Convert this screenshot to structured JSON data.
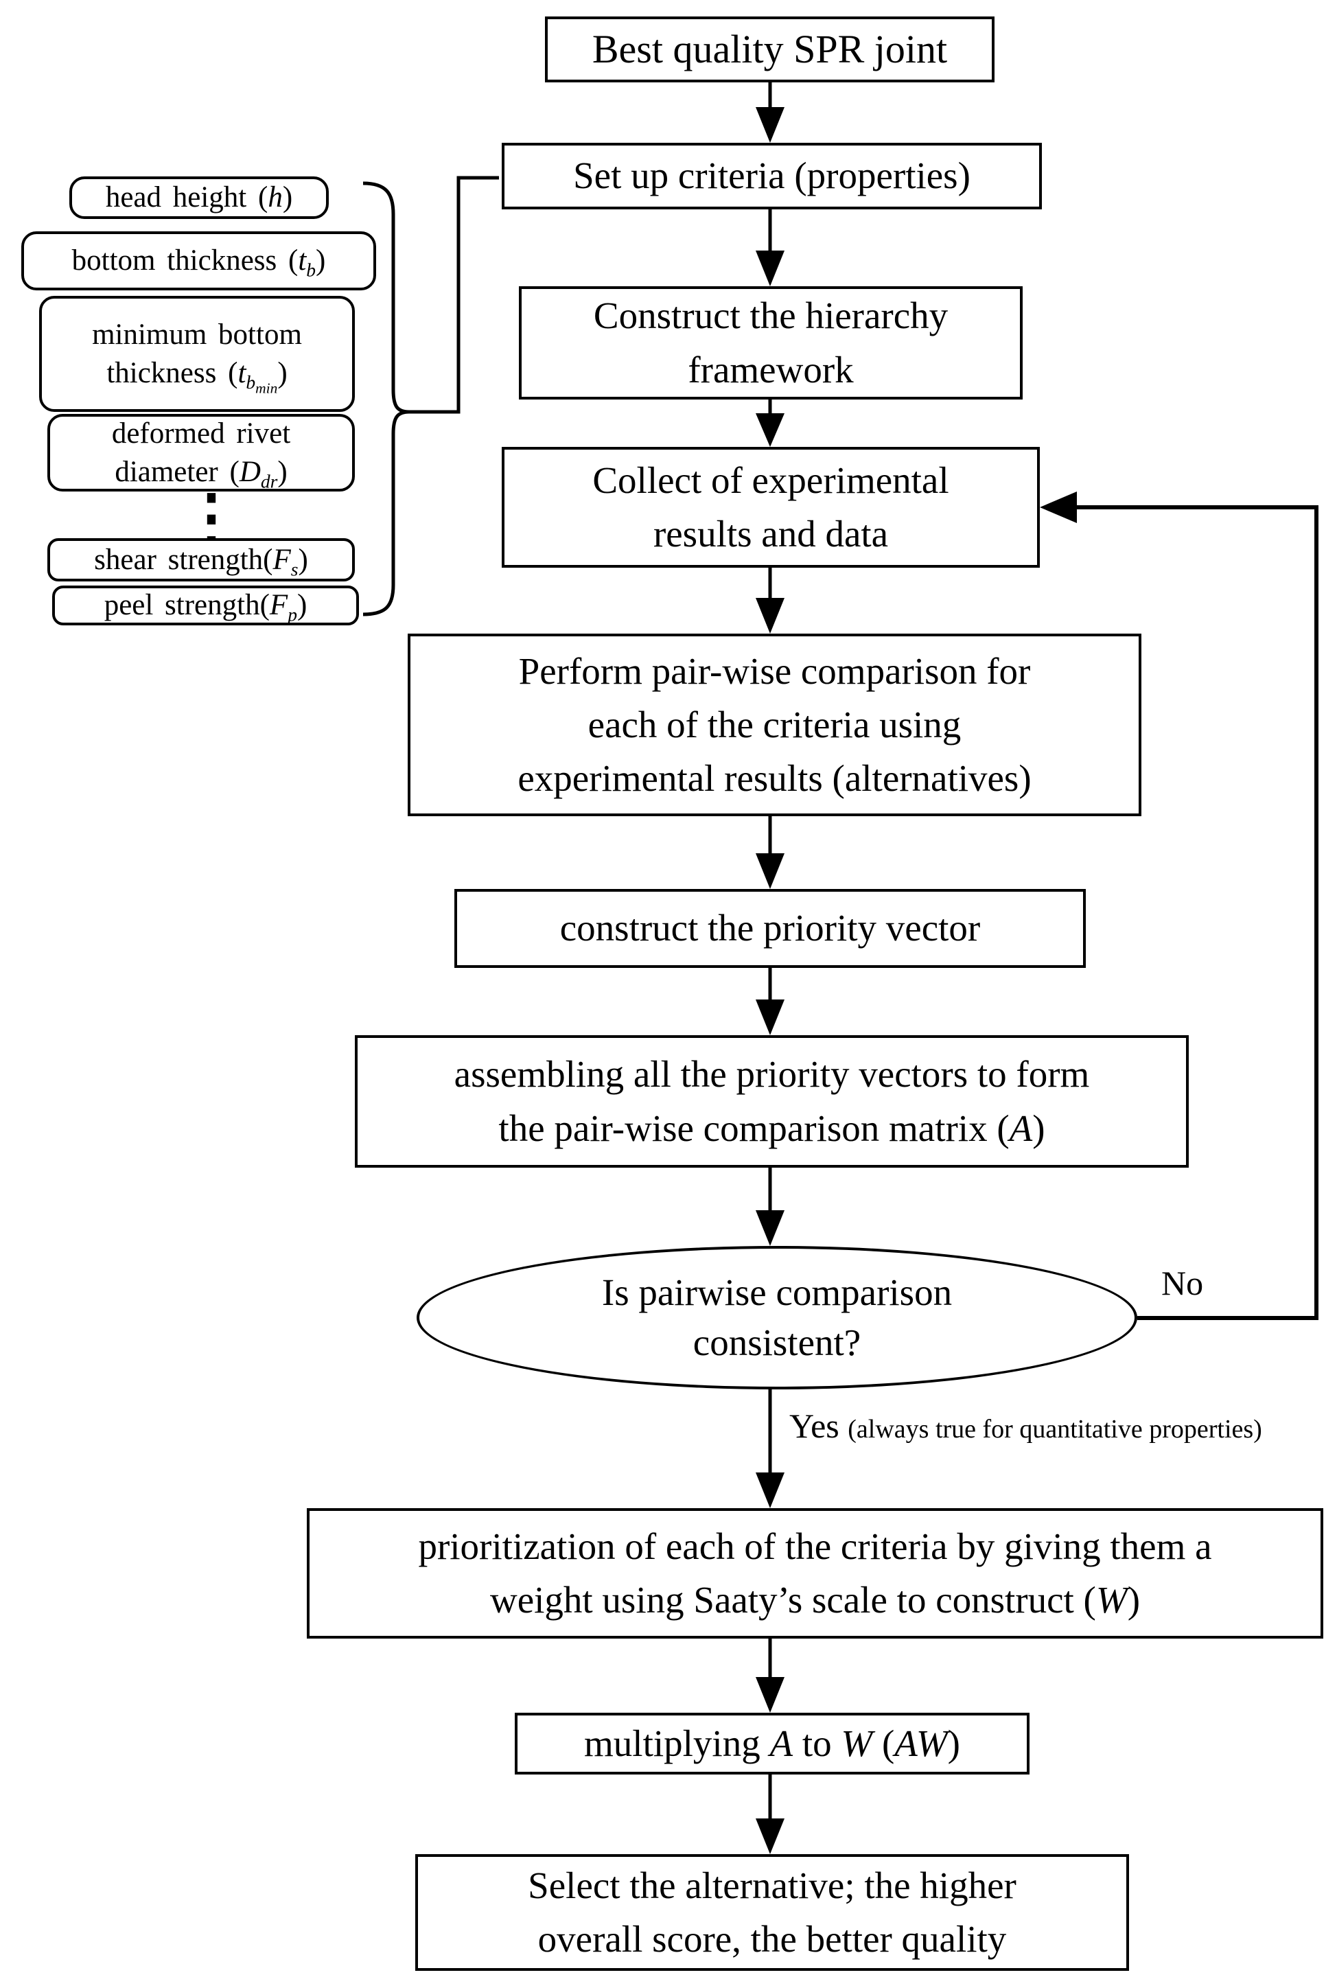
{
  "flow": {
    "goal": "Best quality SPR joint",
    "setup": "Set up criteria (properties)",
    "construct_lines": [
      "Construct the hierarchy",
      "framework"
    ],
    "collect_lines": [
      "Collect of experimental",
      "results and data"
    ],
    "perform_lines": [
      "Perform pair-wise comparison for",
      "each of the criteria using",
      "experimental results (alternatives)"
    ],
    "priority_vector": "construct the priority vector",
    "assemble": {
      "line1": "assembling all the priority vectors to form",
      "line2_pre": "the pair-wise comparison matrix (",
      "line2_var": "A",
      "line2_post": ")"
    },
    "decision_lines": [
      "Is pairwise comparison",
      "consistent?"
    ],
    "prioritize": {
      "line1": "prioritization of each of the criteria by giving them a",
      "line2_pre": "weight using Saaty’s scale to construct (",
      "line2_var": "W",
      "line2_post": ")"
    },
    "multiply": {
      "t1": "multiplying ",
      "v1": "A",
      "t2": " to ",
      "v2": "W",
      "t3": " (",
      "v3": "AW",
      "t4": ")"
    },
    "select_lines": [
      "Select the alternative; the higher",
      "overall score, the better quality"
    ]
  },
  "labels": {
    "no": "No",
    "yes": "Yes",
    "yes_note": "(always true for quantitative properties)"
  },
  "criteria": {
    "head_height": {
      "pre": "head height (",
      "var": "h",
      "post": ")"
    },
    "bottom_thickness": {
      "pre": "bottom thickness (",
      "var": "t",
      "sub": "b",
      "post": ")"
    },
    "min_bottom": {
      "line1": "minimum bottom",
      "pre": "thickness (",
      "var": "t",
      "sub": "b",
      "subsub": "min",
      "post": ")"
    },
    "deformed_rivet": {
      "line1": "deformed rivet",
      "pre": "diameter (",
      "var": "D",
      "sub": "dr",
      "post": ")"
    },
    "ellipsis": "⋮",
    "shear": {
      "pre": "shear strength(",
      "var": "F",
      "sub": "s",
      "post": ")"
    },
    "peel": {
      "pre": "peel strength(",
      "var": "F",
      "sub": "p",
      "post": ")"
    }
  },
  "colors": {
    "ink": "#000000",
    "paper": "#ffffff"
  }
}
